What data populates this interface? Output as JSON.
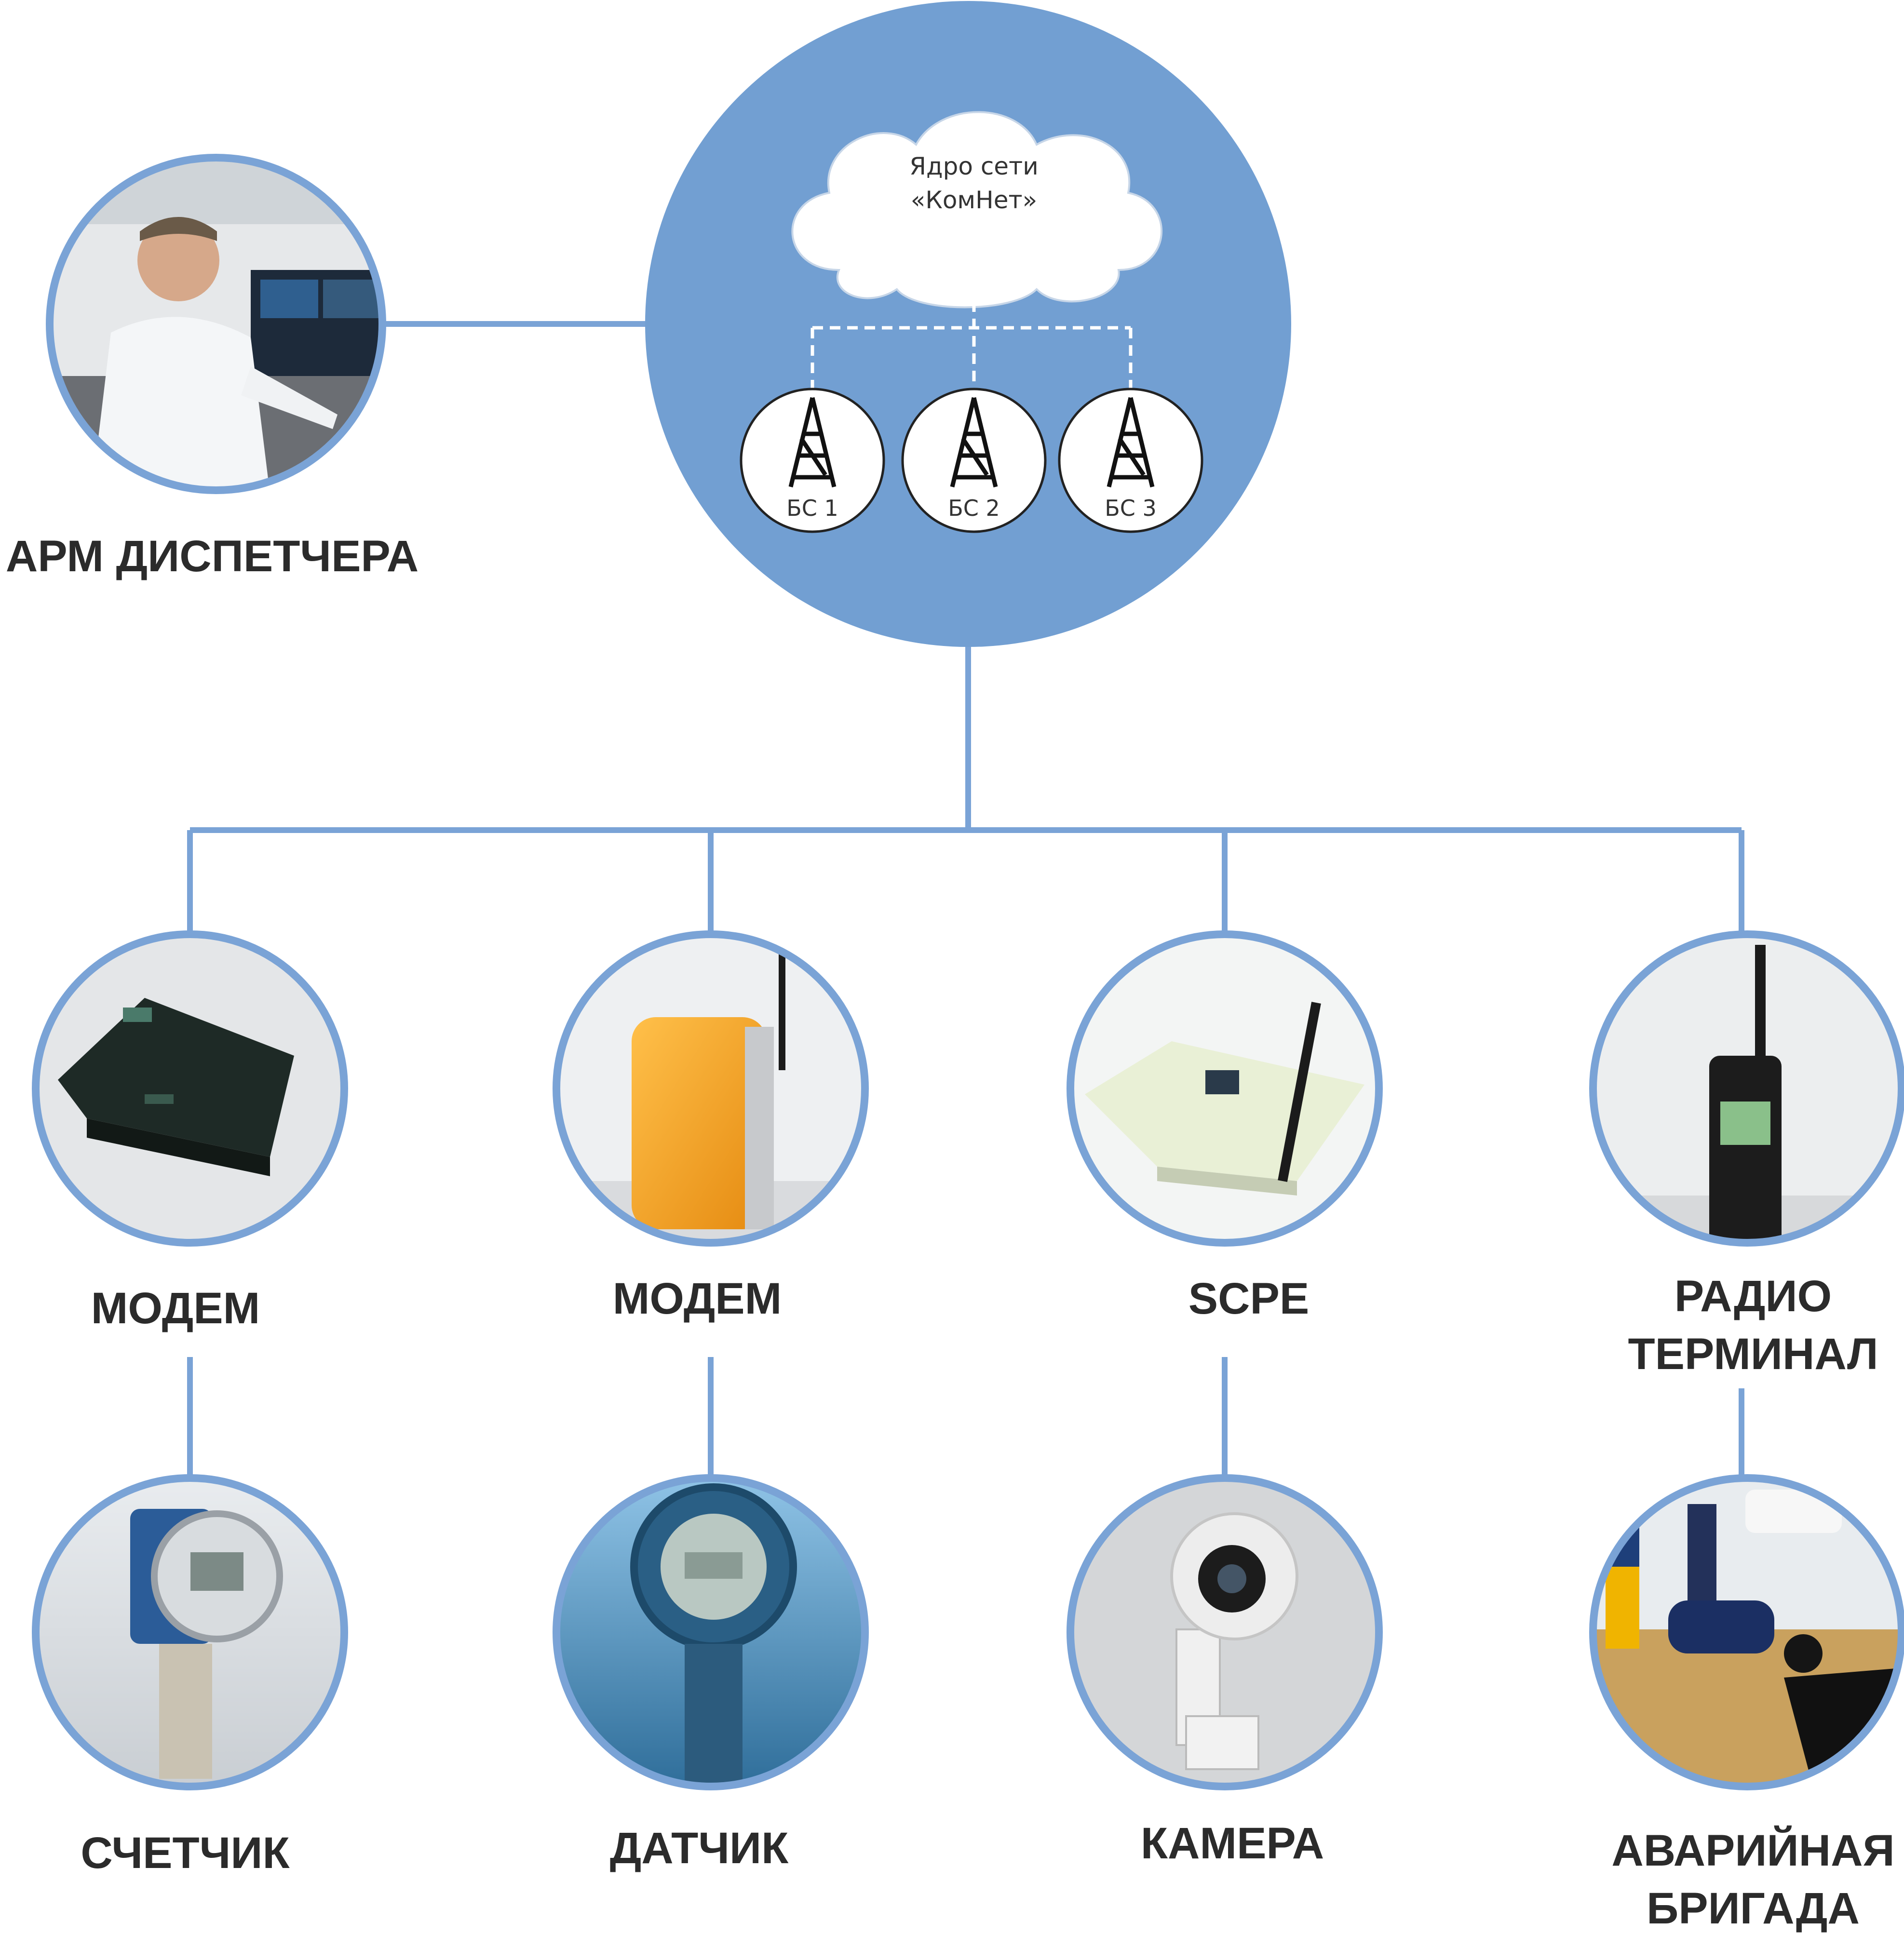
{
  "core": {
    "cloud_line1": "Ядро сети",
    "cloud_line2": "«КомНет»",
    "base_stations": [
      "БС 1",
      "БС 2",
      "БС 3"
    ]
  },
  "dispatcher": {
    "label": "АРМ ДИСПЕТЧЕРА",
    "icon": "dispatcher-photo"
  },
  "devices": [
    {
      "label_lines": [
        "МОДЕМ"
      ],
      "icon": "modem-box-photo"
    },
    {
      "label_lines": [
        "МОДЕМ"
      ],
      "icon": "orange-modem-photo"
    },
    {
      "label_lines": [
        "SCPE"
      ],
      "icon": "scpe-photo"
    },
    {
      "label_lines": [
        "РАДИО",
        "ТЕРМИНАЛ"
      ],
      "icon": "radio-terminal-photo"
    }
  ],
  "endpoints": [
    {
      "label_lines": [
        "СЧЕТЧИК"
      ],
      "icon": "meter-photo"
    },
    {
      "label_lines": [
        "ДАТЧИК"
      ],
      "icon": "sensor-photo"
    },
    {
      "label_lines": [
        "КАМЕРА"
      ],
      "icon": "camera-photo"
    },
    {
      "label_lines": [
        "АВАРИЙНАЯ",
        "БРИГАДА"
      ],
      "icon": "emergency-team-photo"
    }
  ],
  "colors": {
    "accent": "#6f9bd0",
    "ring": "#7aa3d6",
    "line": "#7aa3d6",
    "text": "#2b2b2b"
  }
}
